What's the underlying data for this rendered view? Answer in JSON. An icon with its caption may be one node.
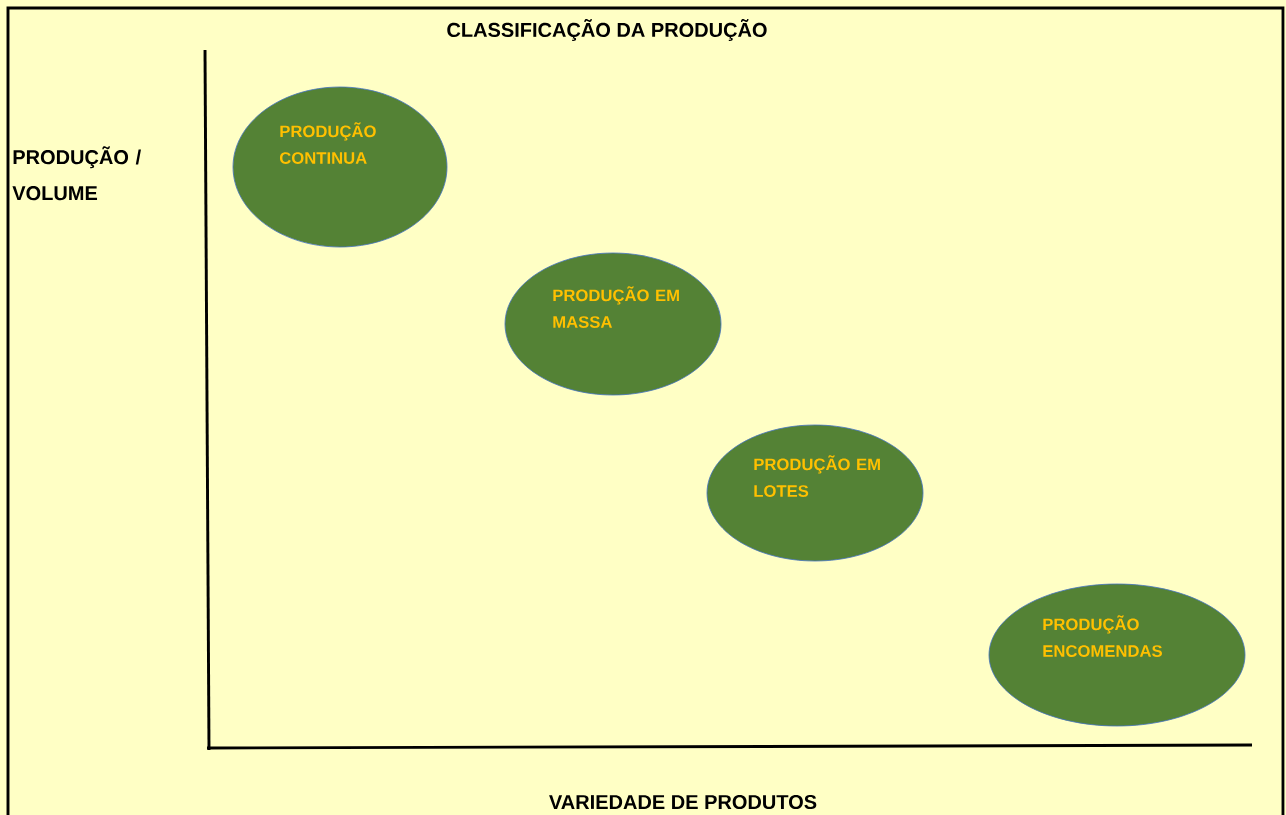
{
  "diagram": {
    "title": "CLASSIFICAÇÃO DA PRODUÇÃO",
    "nodes": [
      {
        "text": [
          "PRODUÇÃO CONTINUA"
        ]
      },
      {
        "text": [
          "PRODUÇÃO EM MASSA"
        ]
      },
      {
        "text": [
          "PRODUÇÃO EM LOTES"
        ]
      },
      {
        "text": [
          "PRODUÇÃO ENCOMENDAS"
        ]
      }
    ],
    "labels": [
      "PRODUÇÃO / VOLUME",
      "VARIEDADE DE PRODUTOS"
    ]
  }
}
